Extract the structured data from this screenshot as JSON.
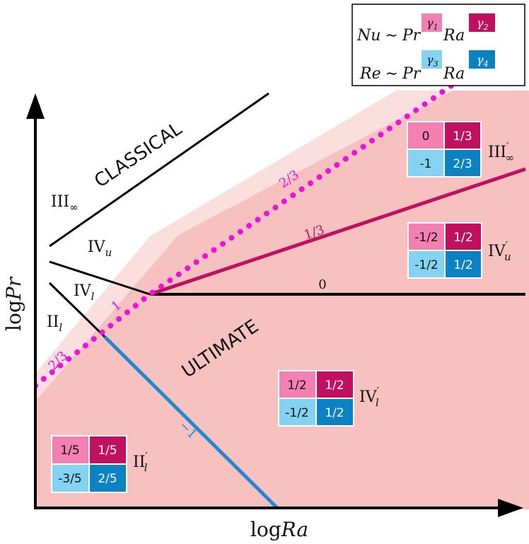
{
  "axes": {
    "x_label_fn": "log",
    "x_label_var": "Ra",
    "y_label_fn": "log",
    "y_label_var": "Pr"
  },
  "legend": {
    "nu": {
      "lhs": "Nu",
      "sim": "∼",
      "pr": "Pr",
      "ra": "Ra",
      "exp1": "γ",
      "sub1": "1",
      "exp2": "γ",
      "sub2": "2"
    },
    "re": {
      "lhs": "Re",
      "sim": "∼",
      "pr": "Pr",
      "ra": "Ra",
      "exp1": "γ",
      "sub1": "3",
      "exp2": "γ",
      "sub2": "4"
    }
  },
  "region_labels": {
    "classical": "CLASSICAL",
    "ultimate": "ULTIMATE",
    "iii_inf": {
      "main": "III",
      "sub": "∞"
    },
    "iv_u": {
      "main": "IV",
      "sub": "u"
    },
    "iv_l": {
      "main": "IV",
      "sub": "l"
    },
    "ii_l": {
      "main": "II",
      "sub": "l"
    },
    "iii_inf_prime": {
      "main": "III",
      "prime": "′",
      "sub": "∞"
    },
    "iv_u_prime": {
      "main": "IV",
      "prime": "′",
      "sub": "u"
    },
    "iv_l_prime": {
      "main": "IV",
      "prime": "′",
      "sub": "l"
    },
    "ii_l_prime": {
      "main": "II",
      "prime": "′",
      "sub": "l"
    }
  },
  "line_labels": {
    "slope_two_thirds_upper": "2/3",
    "slope_one": "1",
    "slope_two_thirds_lower": "2/3",
    "slope_one_third": "1/3",
    "slope_zero": "0",
    "slope_minus_one": "−1"
  },
  "exponent_tables": {
    "iii_inf_prime": {
      "g1": "0",
      "g2": "1/3",
      "g3": "-1",
      "g4": "2/3"
    },
    "iv_u_prime": {
      "g1": "-1/2",
      "g2": "1/2",
      "g3": "-1/2",
      "g4": "1/2"
    },
    "iv_l_prime": {
      "g1": "1/2",
      "g2": "1/2",
      "g3": "-1/2",
      "g4": "1/2"
    },
    "ii_l_prime": {
      "g1": "1/5",
      "g2": "1/5",
      "g3": "-3/5",
      "g4": "2/5"
    }
  },
  "colors": {
    "gamma1": "#f47fb3",
    "gamma2": "#c0105f",
    "gamma3": "#84d3f3",
    "gamma4": "#0a82c4",
    "ultimate_fill": "#f7c1bf",
    "transition_band": "#fbdede",
    "dotted_line": "#ee11dd",
    "slope_one_third_line": "#c0105f",
    "slope_minus_one_line": "#1f8ad2"
  }
}
